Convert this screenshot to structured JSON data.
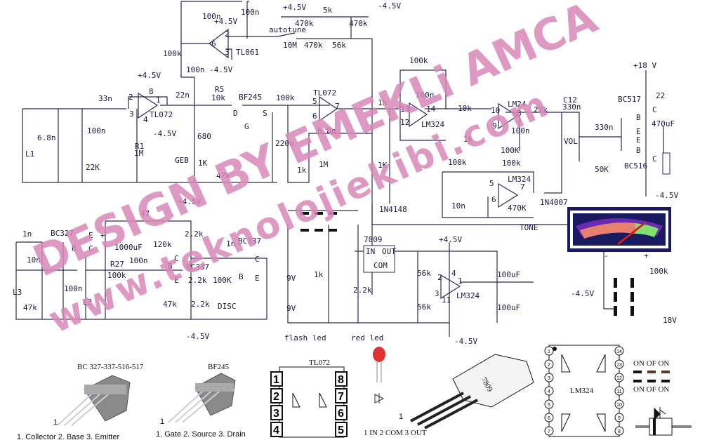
{
  "watermark": {
    "line1": "DESIGN BY EMEKLi AMCA",
    "line2": "www.teknolojiekibi.com",
    "color": "#d888b8"
  },
  "schematic_labels": [
    "100n",
    "100n",
    "+4.5V",
    "2",
    "6",
    "3",
    "TL061",
    "autotune",
    "+4.5V",
    "470k",
    "5k",
    "-4.5V",
    "470k",
    "10M",
    "470k",
    "56k",
    "100k",
    "100n -4.5V",
    "+4.5V",
    "8",
    "2",
    "1",
    "3",
    "4",
    "TL072",
    "-4.5V",
    "33n",
    "6.8n",
    "100n",
    "L1",
    "22K",
    "R1",
    "1M",
    "22n",
    "R5",
    "10k",
    "BF245",
    "D",
    "S",
    "G",
    "680",
    "GEB",
    "1K",
    "47k",
    "100k",
    "220n",
    "TL072",
    "5",
    "7",
    "6",
    "6.8n",
    "1M",
    "1k",
    "1k",
    "1K",
    "100k",
    "100n",
    "13",
    "14",
    "12",
    "LM324",
    "10k",
    "10",
    "8",
    "LM24",
    "9",
    "100n",
    "1k",
    "100K",
    "27k",
    "C12",
    "330n",
    "330n",
    "VOL",
    "50K",
    "+18 V",
    "22",
    "BC517",
    "C",
    "B",
    "470uF",
    "E",
    "E",
    "B",
    "C",
    "BC516",
    "-4.5V",
    "100k",
    "100k",
    "LM324",
    "5",
    "7",
    "6",
    "1N4007",
    "10n",
    "470K",
    "1N4148",
    "TONE",
    "+4.5V",
    "47",
    "1n",
    "BC327",
    "E",
    "+",
    "B",
    "C",
    "1000uF",
    "120k",
    "2.2k",
    "1n",
    "BC337",
    "10n",
    "R27",
    "100n",
    "100k",
    "C",
    "B",
    "BC337",
    "E",
    "2.2k",
    "100K",
    "B",
    "C",
    "E",
    "L3",
    "100n",
    "L2",
    "47k",
    "47k",
    "2.2k",
    "DISC",
    "-4.5V",
    "9V",
    "1k",
    "2.2k",
    "9V",
    "flash led",
    "red led",
    "7809",
    "IN",
    "OUT",
    "COM",
    "+4.5V",
    "56k",
    "2",
    "4",
    "1",
    "3",
    "11",
    "LM324",
    "56k",
    "100uF",
    "100uF",
    "-4.5V",
    "-",
    "+",
    "-4.5V",
    "100k",
    "18V"
  ],
  "pinouts": {
    "transistor_title": "BC 327-337-516-517",
    "transistor_pin1": "1",
    "transistor_pins": "1. Collector  2. Base  3. Emitter",
    "fet_title": "BF245",
    "fet_pin1": "1",
    "fet_pins": "1. Gate  2. Source  3. Drain",
    "tl072_title": "TL072",
    "tl072_pins": [
      "1",
      "2",
      "3",
      "4",
      "8",
      "7",
      "6",
      "5"
    ],
    "regulator_pin1": "1",
    "regulator_pins": "1 IN  2 COM  3 OUT",
    "regulator_part": "7809",
    "lm324_title": "LM324",
    "lm324_pins_left": [
      "1",
      "2",
      "3",
      "4",
      "5",
      "6",
      "7"
    ],
    "lm324_pins_right": [
      "14",
      "13",
      "12",
      "11",
      "10",
      "9",
      "8"
    ],
    "switch_top": "ON OF ON",
    "switch_bottom": "ON OF ON"
  }
}
